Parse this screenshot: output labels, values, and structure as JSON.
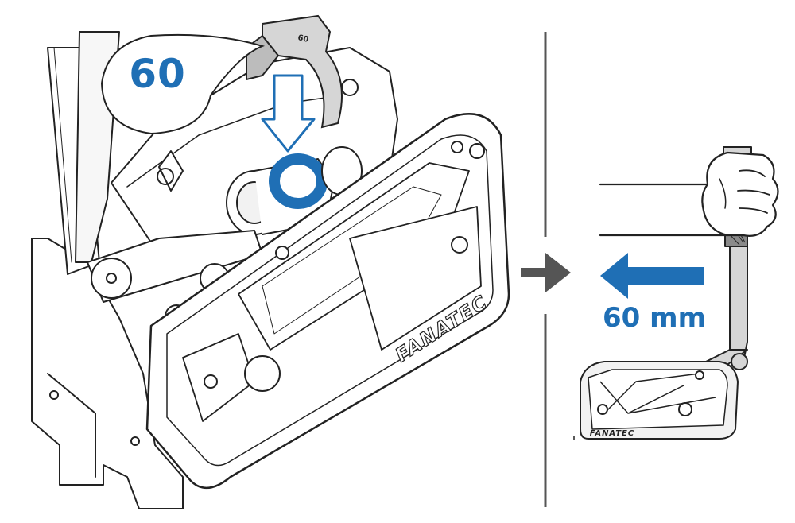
{
  "illustration": {
    "callout_value": "60",
    "brand_label_large": "FANATEC",
    "brand_label_small": "FANATEC",
    "clip_marking": "60",
    "distance_label": "60 mm",
    "colors": {
      "accent": "#1f6fb5",
      "line": "#222222",
      "divider": "#555555",
      "step_arrow": "#555555",
      "fill_light": "#f2f2f2",
      "fill_grey": "#d6d6d6"
    },
    "icons": [
      "insert-arrow-icon",
      "step-arrow-icon",
      "pull-direction-arrow-icon",
      "fist-icon"
    ]
  }
}
